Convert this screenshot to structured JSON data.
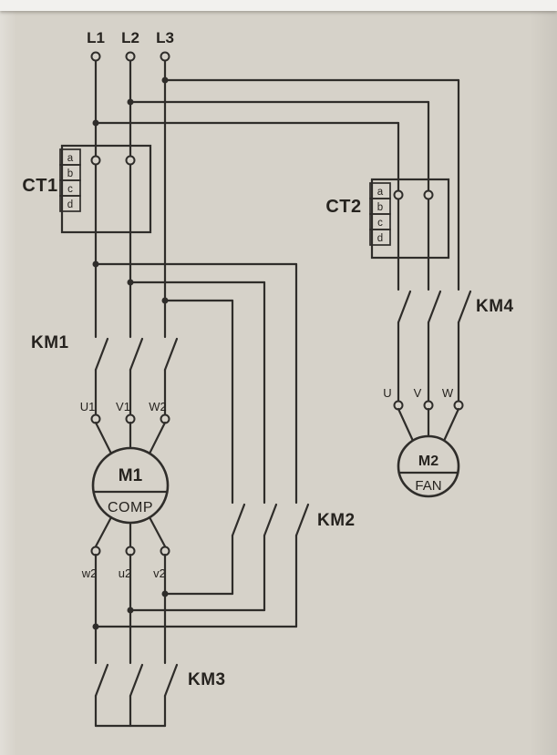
{
  "labels": {
    "phases": [
      "L1",
      "L2",
      "L3"
    ],
    "ct1": "CT1",
    "ct2": "CT2",
    "ct_terminals": [
      "a",
      "b",
      "c",
      "d"
    ],
    "contactors": {
      "km1": "KM1",
      "km2": "KM2",
      "km3": "KM3",
      "km4": "KM4"
    },
    "m1": {
      "name": "M1",
      "type": "COMP",
      "top_terminals": [
        "U1",
        "V1",
        "W2"
      ],
      "bottom_terminals": [
        "w2",
        "u2",
        "v2"
      ]
    },
    "m2": {
      "name": "M2",
      "type": "FAN",
      "terminals": [
        "U",
        "V",
        "W"
      ]
    }
  },
  "colors": {
    "paper": "#d6d2c9",
    "ink": "#2f2d2a"
  }
}
